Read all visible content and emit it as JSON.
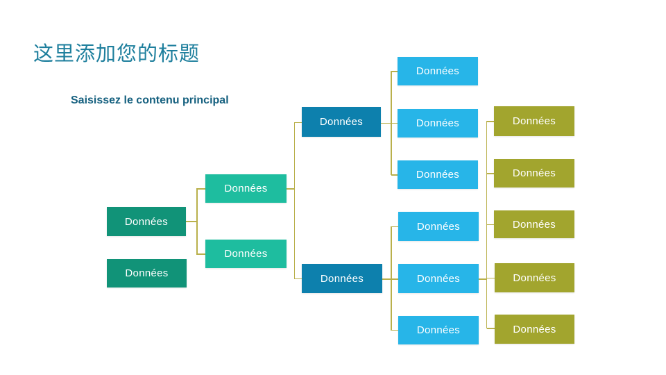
{
  "slide": {
    "title": "这里添加您的标题",
    "subtitle": "Saisissez le contenu principal"
  },
  "colors": {
    "background": "#ffffff",
    "title": "#1e7f9d",
    "subtitle": "#15607f",
    "connector_line": "#b9b04b",
    "node_label": "#ffffff",
    "level_1_green": "#119378",
    "level_2_teal": "#1ebd9f",
    "level_3_blue": "#0d80ad",
    "level_4_cyan": "#27b5e8",
    "level_5_olive": "#a2a52e"
  },
  "diagram": {
    "description": "horizontal tree, 5 levels, root green box branches right to teal, blue, cyan then olive boxes",
    "nodes": [
      {
        "level": 1,
        "label": "Données"
      },
      {
        "level": 1,
        "label": "Données"
      },
      {
        "level": 2,
        "label": "Données"
      },
      {
        "level": 2,
        "label": "Données"
      },
      {
        "level": 3,
        "label": "Données"
      },
      {
        "level": 3,
        "label": "Données"
      },
      {
        "level": 4,
        "label": "Données"
      },
      {
        "level": 4,
        "label": "Données"
      },
      {
        "level": 4,
        "label": "Données"
      },
      {
        "level": 4,
        "label": "Données"
      },
      {
        "level": 4,
        "label": "Données"
      },
      {
        "level": 4,
        "label": "Données"
      },
      {
        "level": 5,
        "label": "Données"
      },
      {
        "level": 5,
        "label": "Données"
      },
      {
        "level": 5,
        "label": "Données"
      },
      {
        "level": 5,
        "label": "Données"
      },
      {
        "level": 5,
        "label": "Données"
      }
    ]
  }
}
